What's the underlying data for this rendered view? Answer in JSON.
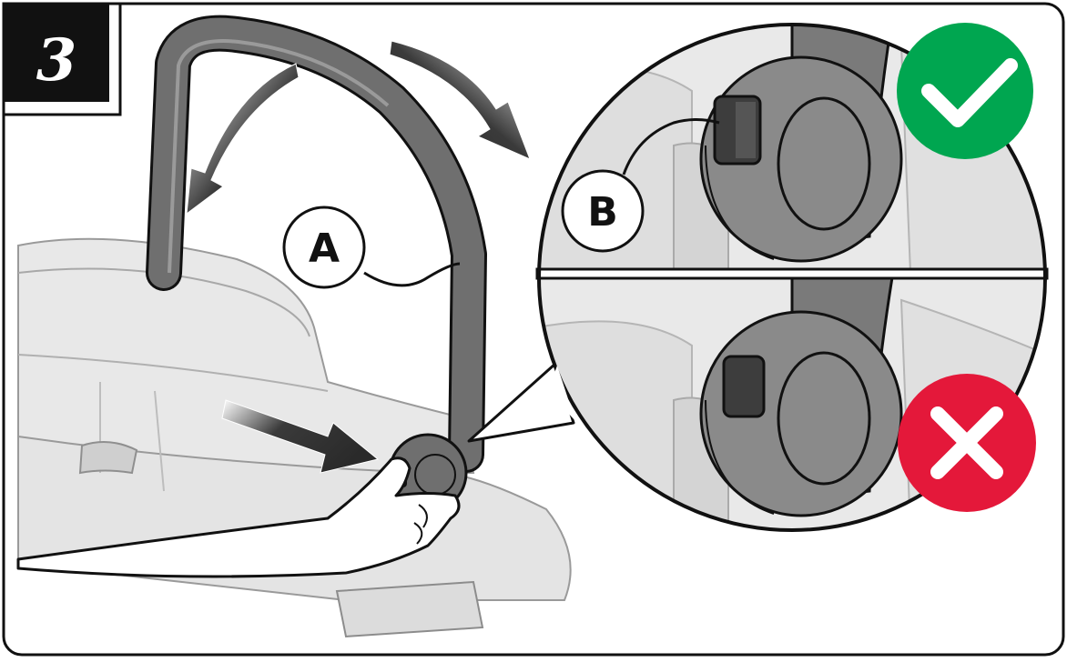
{
  "step": {
    "number": "3"
  },
  "callouts": {
    "handle": "A",
    "button": "B"
  },
  "indicators": {
    "correct": {
      "icon": "checkmark-icon",
      "color": "#00A650"
    },
    "incorrect": {
      "icon": "cross-icon",
      "color": "#E4183A"
    }
  },
  "colors": {
    "ink": "#111111",
    "handle": "#6f6f6f",
    "seat": "#e6e6e6",
    "seat_shadow": "#cfcfcf",
    "arrow": "#3a3a3a",
    "button": "#3d3d3d"
  }
}
